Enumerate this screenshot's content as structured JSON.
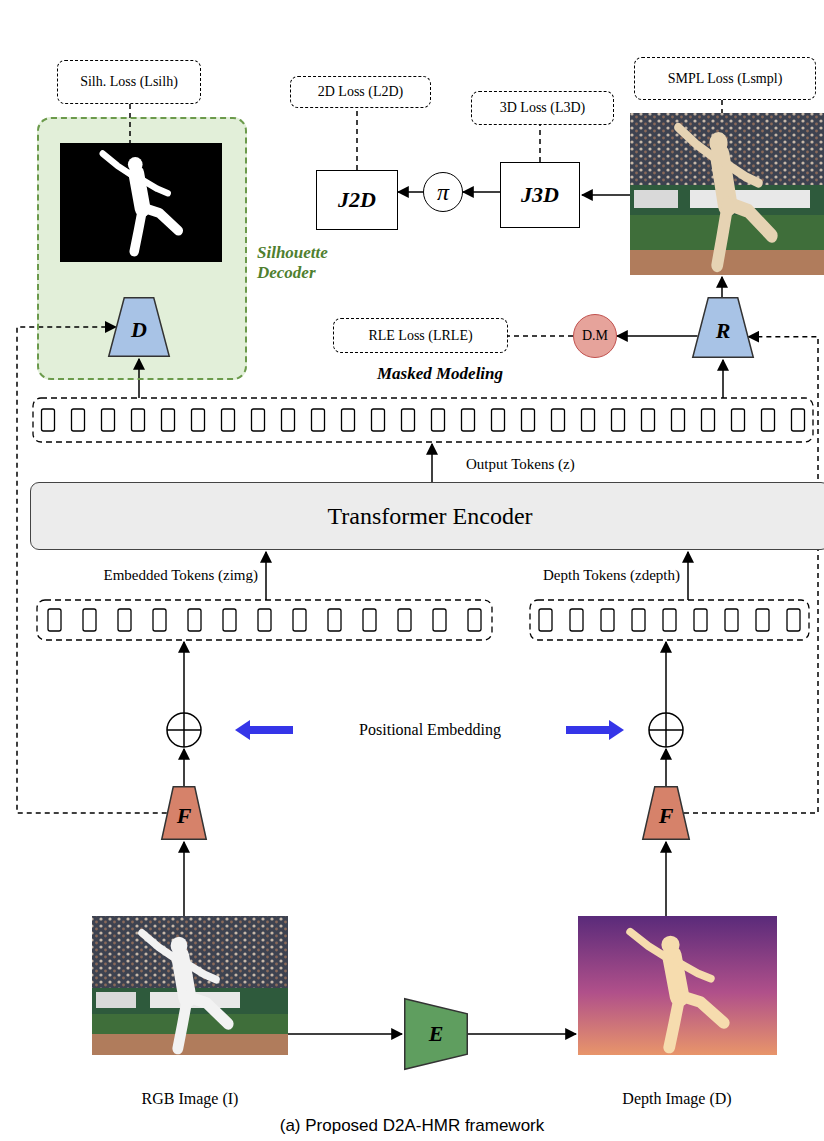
{
  "diagram": {
    "caption": "(a) Proposed D2A-HMR framework",
    "nodes": [
      {
        "text": [
          "Silh. Loss (Lsilh)"
        ]
      },
      {
        "text": [
          "2D Loss (L2D)"
        ]
      },
      {
        "text": [
          "3D Loss (L3D)"
        ]
      },
      {
        "text": [
          "SMPL Loss (Lsmpl)"
        ]
      },
      {
        "text": [
          "Silhouette Decoder"
        ]
      },
      {
        "text": [
          "D"
        ],
        "in": 4
      },
      {
        "text": [
          "J2D"
        ]
      },
      {
        "text": [
          "π"
        ]
      },
      {
        "text": [
          "J3D"
        ]
      },
      {
        "text": [
          "RLE Loss (LRLE)"
        ]
      },
      {
        "text": [
          "D.M"
        ]
      },
      {
        "text": [
          "R"
        ]
      },
      {
        "text": [
          "Transformer Encoder"
        ]
      },
      {
        "text": [
          "F"
        ]
      },
      {
        "text": [
          "F"
        ]
      },
      {
        "text": [
          "E"
        ]
      }
    ],
    "edges": [
      {
        "from": 6,
        "to": 1,
        "arrow": "none"
      },
      {
        "from": 8,
        "to": 2,
        "arrow": "none"
      },
      {
        "from": 8,
        "to": 7,
        "arrow": "to"
      },
      {
        "from": 7,
        "to": 6,
        "arrow": "to"
      },
      {
        "from": 10,
        "to": 9,
        "arrow": "none"
      },
      {
        "from": 11,
        "to": 10,
        "arrow": "to"
      },
      {
        "from": 13,
        "to": 5,
        "arrow": "to"
      },
      {
        "from": 14,
        "to": 11,
        "arrow": "to"
      }
    ],
    "labels": [
      "Masked Modeling",
      "Output Tokens (z)",
      "Embedded Tokens (zimg)",
      "Depth Tokens (zdepth)",
      "Positional Embedding",
      "RGB Image (I)",
      "Depth Image (D)"
    ]
  }
}
